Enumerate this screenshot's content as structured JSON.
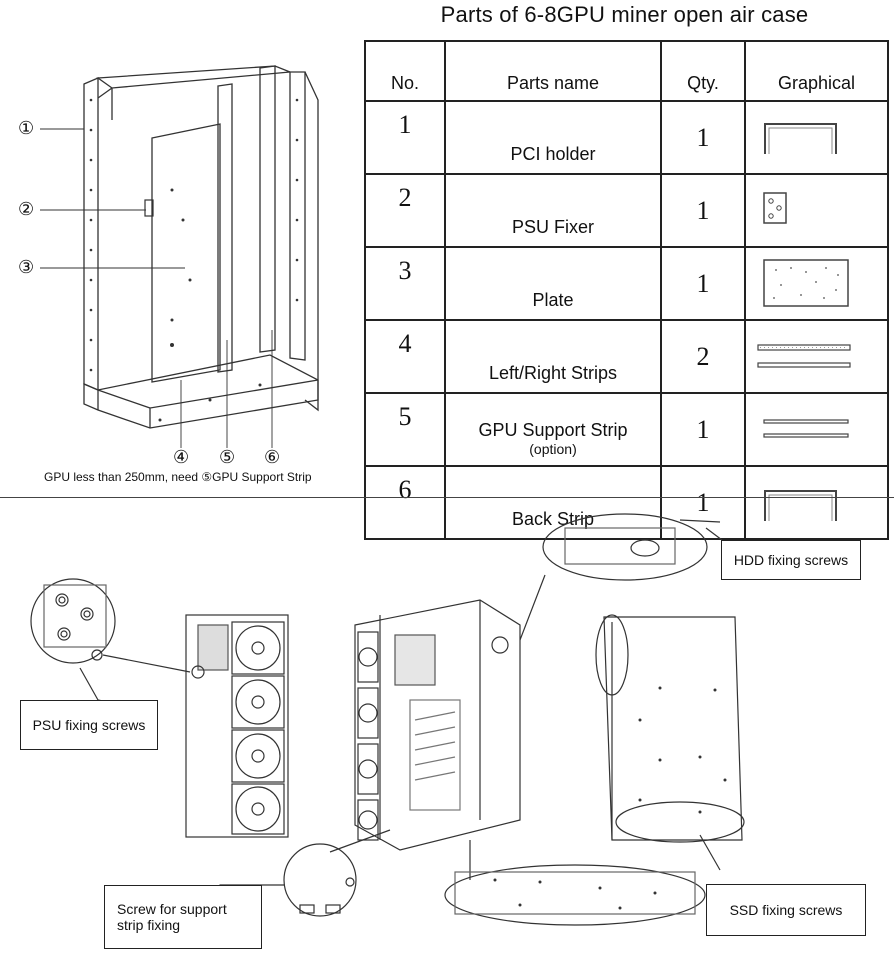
{
  "title": "Parts of 6-8GPU miner open air case",
  "table": {
    "headers": [
      "No.",
      "Parts name",
      "Qty.",
      "Graphical"
    ],
    "rows": [
      {
        "no": "1",
        "name": "PCI holder",
        "sub": "",
        "qty": "1"
      },
      {
        "no": "2",
        "name": "PSU Fixer",
        "sub": "",
        "qty": "1"
      },
      {
        "no": "3",
        "name": "Plate",
        "sub": "",
        "qty": "1"
      },
      {
        "no": "4",
        "name": "Left/Right Strips",
        "sub": "",
        "qty": "2"
      },
      {
        "no": "5",
        "name": "GPU Support Strip",
        "sub": "(option)",
        "qty": "1"
      },
      {
        "no": "6",
        "name": "Back Strip",
        "sub": "",
        "qty": "1"
      }
    ]
  },
  "diagram_labels": {
    "l1": "①",
    "l2": "②",
    "l3": "③",
    "l4": "④",
    "l5": "⑤",
    "l6": "⑥"
  },
  "note": "GPU less than 250mm, need ⑤GPU Support Strip",
  "callouts": {
    "hdd": "HDD fixing screws",
    "psu": "PSU fixing screws",
    "screw_support_line1": "Screw for support",
    "screw_support_line2": "strip fixing",
    "ssd": "SSD fixing screws"
  }
}
